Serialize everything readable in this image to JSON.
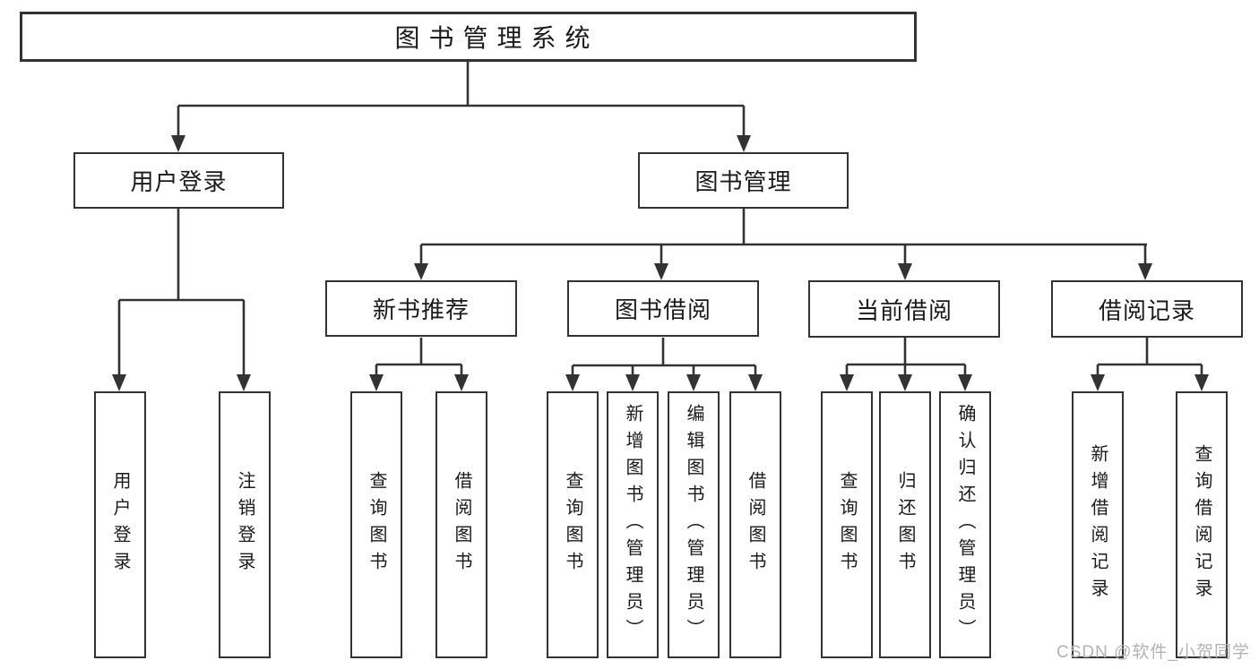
{
  "tree": {
    "label": "图书管理系统",
    "children": [
      {
        "label": "用户登录",
        "children": [
          {
            "label": "用户登录"
          },
          {
            "label": "注销登录"
          }
        ]
      },
      {
        "label": "图书管理",
        "children": [
          {
            "label": "新书推荐",
            "children": [
              {
                "label": "查询图书"
              },
              {
                "label": "借阅图书"
              }
            ]
          },
          {
            "label": "图书借阅",
            "children": [
              {
                "label": "查询图书"
              },
              {
                "label": "新增图书（管理员）"
              },
              {
                "label": "编辑图书（管理员）"
              },
              {
                "label": "借阅图书"
              }
            ]
          },
          {
            "label": "当前借阅",
            "children": [
              {
                "label": "查询图书"
              },
              {
                "label": "归还图书"
              },
              {
                "label": "确认归还（管理员）"
              }
            ]
          },
          {
            "label": "借阅记录",
            "children": [
              {
                "label": "新增借阅记录"
              },
              {
                "label": "查询借阅记录"
              }
            ]
          }
        ]
      }
    ]
  },
  "watermark": {
    "text": "CSDN @软件_小贺同学"
  },
  "colors": {
    "background": "#ffffff",
    "line": "#333333",
    "box_border": "#333333",
    "text": "#1a1a1a",
    "watermark": "#b3b3b3"
  }
}
